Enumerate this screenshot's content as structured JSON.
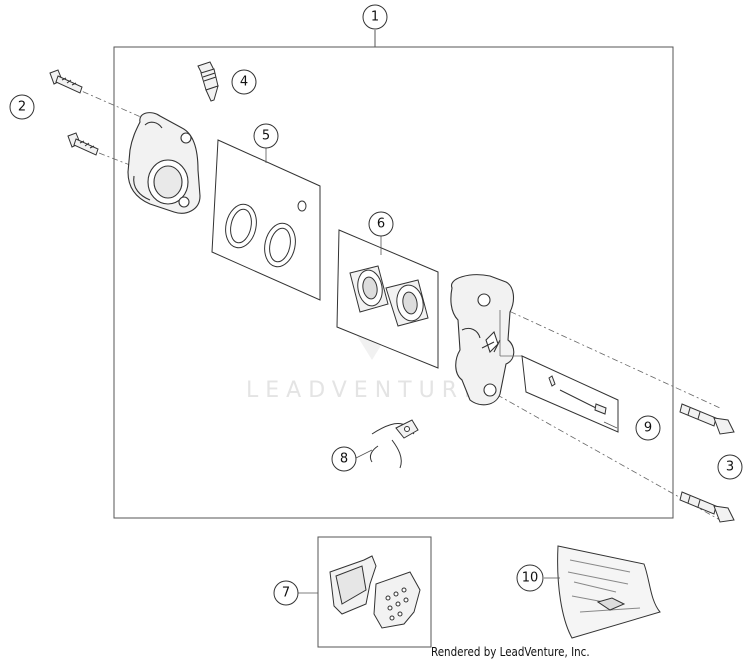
{
  "diagram": {
    "callouts": [
      {
        "id": "c1",
        "number": "1",
        "part": "brake caliper assembly"
      },
      {
        "id": "c2",
        "number": "2",
        "part": "caliper bolts"
      },
      {
        "id": "c3",
        "number": "3",
        "part": "mounting bolts"
      },
      {
        "id": "c4",
        "number": "4",
        "part": "bleeder valve"
      },
      {
        "id": "c5",
        "number": "5",
        "part": "seal kit"
      },
      {
        "id": "c6",
        "number": "6",
        "part": "piston kit"
      },
      {
        "id": "c7",
        "number": "7",
        "part": "brake pads"
      },
      {
        "id": "c8",
        "number": "8",
        "part": "pad spring"
      },
      {
        "id": "c9",
        "number": "9",
        "part": "caliper support kit"
      },
      {
        "id": "c10",
        "number": "10",
        "part": "label"
      }
    ],
    "watermark": "LEADVENTURE",
    "credit": "Rendered by LeadVenture, Inc."
  },
  "colors": {
    "line": "#333333",
    "part_fill": "#f2f2f2",
    "watermark": "#e4e4e4"
  }
}
